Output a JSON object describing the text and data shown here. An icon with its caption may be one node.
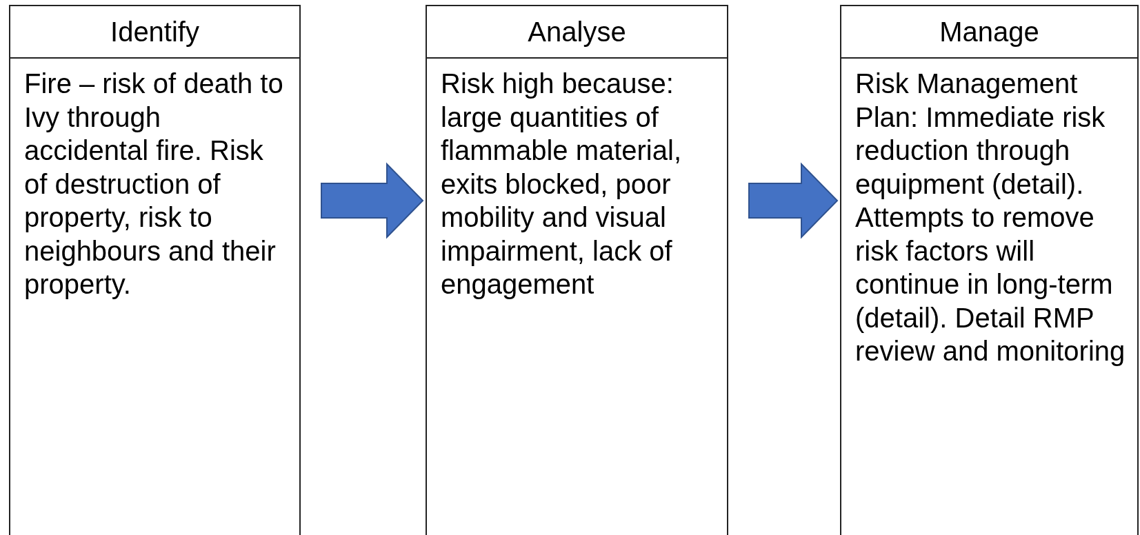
{
  "diagram": {
    "nodes": [
      {
        "text": [
          "Identify",
          "Fire – risk of death to Ivy through accidental fire. Risk of destruction of property, risk to neighbours and their property."
        ]
      },
      {
        "text": [
          "Analyse",
          "Risk high because: large quantities of flammable material, exits blocked, poor mobility and visual impairment, lack of engagement"
        ]
      },
      {
        "text": [
          "Manage",
          "Risk Management Plan: Immediate risk reduction through equipment (detail). Attempts to remove risk factors will continue in long-term (detail). Detail RMP review and monitoring"
        ]
      }
    ],
    "edges": [
      {
        "from": 0,
        "to": 1,
        "arrow": "to"
      },
      {
        "from": 1,
        "to": 2,
        "arrow": "to"
      }
    ]
  }
}
